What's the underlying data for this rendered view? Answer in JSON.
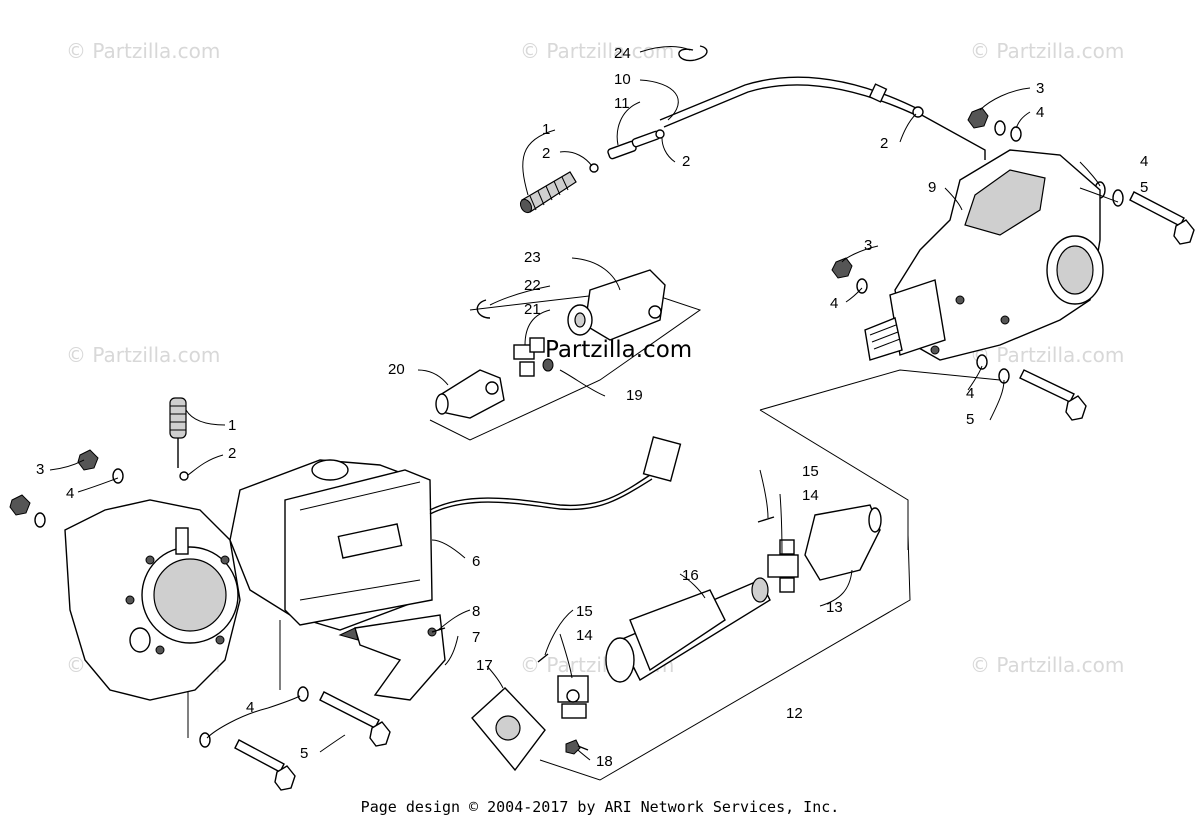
{
  "watermark": "© Partzilla.com",
  "center_watermark": "Partzilla.com",
  "footer": "Page design © 2004-2017 by ARI Network Services, Inc.",
  "callouts": [
    "1",
    "2",
    "3",
    "4",
    "5",
    "6",
    "7",
    "8",
    "9",
    "10",
    "11",
    "12",
    "13",
    "14",
    "15",
    "16",
    "17",
    "18",
    "19",
    "20",
    "21",
    "22",
    "23",
    "24"
  ],
  "callout_instances": [
    {
      "text": "24"
    },
    {
      "text": "10"
    },
    {
      "text": "11"
    },
    {
      "text": "1"
    },
    {
      "text": "2"
    },
    {
      "text": "2"
    },
    {
      "text": "2"
    },
    {
      "text": "3"
    },
    {
      "text": "4"
    },
    {
      "text": "9"
    },
    {
      "text": "4"
    },
    {
      "text": "5"
    },
    {
      "text": "3"
    },
    {
      "text": "4"
    },
    {
      "text": "23"
    },
    {
      "text": "22"
    },
    {
      "text": "21"
    },
    {
      "text": "20"
    },
    {
      "text": "19"
    },
    {
      "text": "4"
    },
    {
      "text": "5"
    },
    {
      "text": "1"
    },
    {
      "text": "2"
    },
    {
      "text": "3"
    },
    {
      "text": "4"
    },
    {
      "text": "6"
    },
    {
      "text": "15"
    },
    {
      "text": "14"
    },
    {
      "text": "16"
    },
    {
      "text": "13"
    },
    {
      "text": "8"
    },
    {
      "text": "7"
    },
    {
      "text": "15"
    },
    {
      "text": "14"
    },
    {
      "text": "17"
    },
    {
      "text": "12"
    },
    {
      "text": "18"
    },
    {
      "text": "4"
    },
    {
      "text": "5"
    }
  ]
}
